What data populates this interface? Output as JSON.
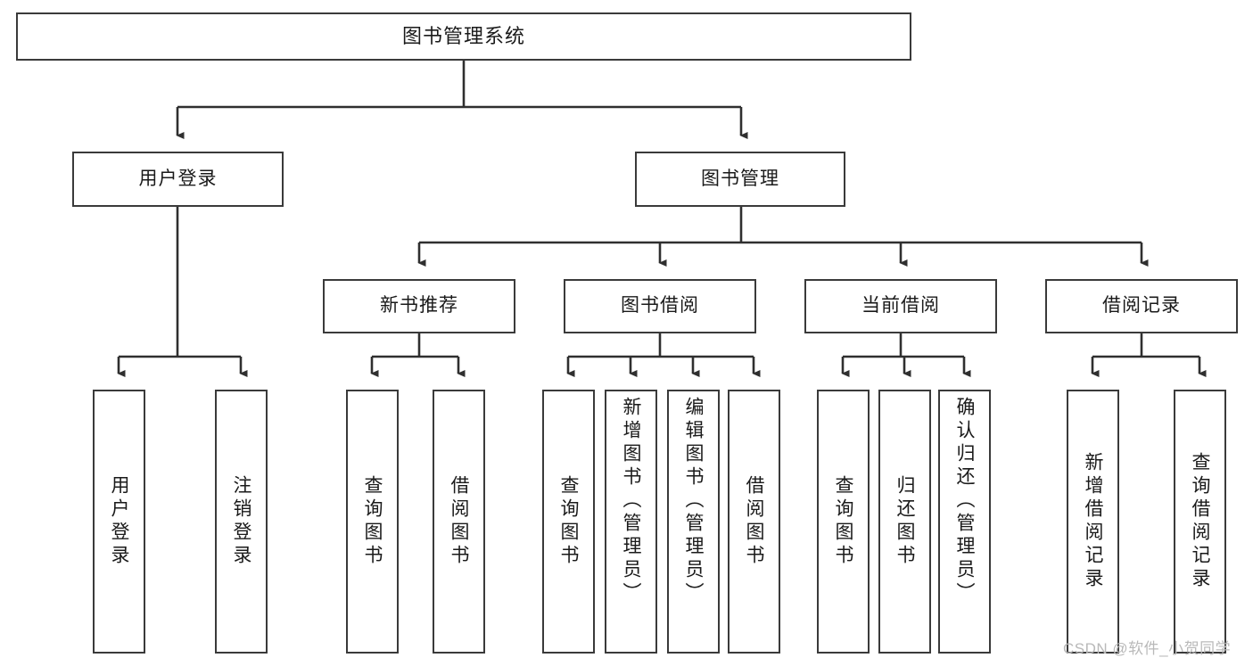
{
  "diagram": {
    "title": "图书管理系统",
    "type": "tree-hierarchy",
    "root": {
      "label": "图书管理系统"
    },
    "level2": [
      {
        "label": "用户登录"
      },
      {
        "label": "图书管理"
      }
    ],
    "level3": [
      {
        "label": "新书推荐"
      },
      {
        "label": "图书借阅"
      },
      {
        "label": "当前借阅"
      },
      {
        "label": "借阅记录"
      }
    ],
    "leaves": {
      "user_login": [
        {
          "label": "用户登录"
        },
        {
          "label": "注销登录"
        }
      ],
      "new_book_recommend": [
        {
          "label": "查询图书"
        },
        {
          "label": "借阅图书"
        }
      ],
      "book_borrow": [
        {
          "label": "查询图书"
        },
        {
          "label": "新增图书（管理员）"
        },
        {
          "label": "编辑图书（管理员）"
        },
        {
          "label": "借阅图书"
        }
      ],
      "current_borrow": [
        {
          "label": "查询图书"
        },
        {
          "label": "归还图书"
        },
        {
          "label": "确认归还（管理员）"
        }
      ],
      "borrow_record": [
        {
          "label": "新增借阅记录"
        },
        {
          "label": "查询借阅记录"
        }
      ]
    }
  },
  "watermark": {
    "text": "CSDN @软件_小贺同学"
  },
  "colors": {
    "stroke": "#3a3a3a",
    "fill": "#ffffff",
    "text": "#1a1a1a",
    "watermark": "#b9b9b9"
  }
}
